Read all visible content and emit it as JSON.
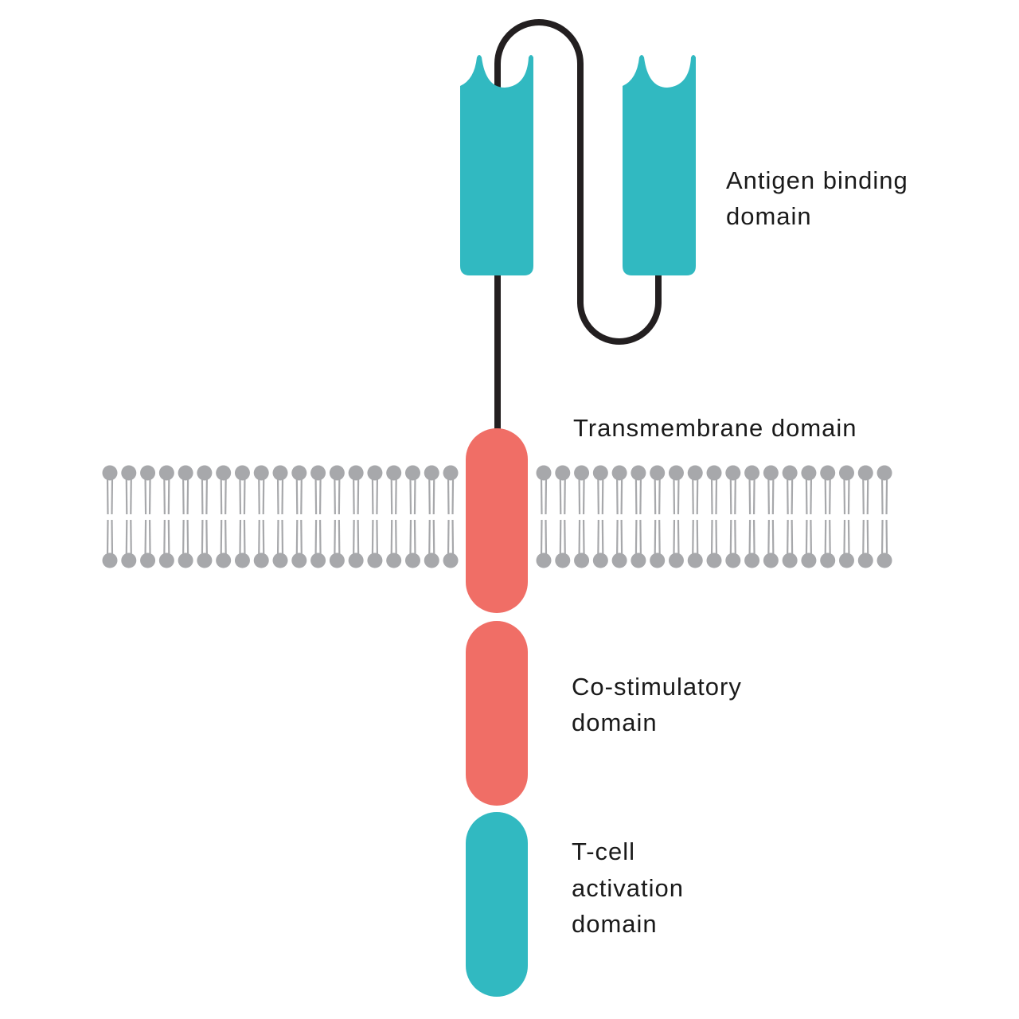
{
  "colors": {
    "teal": "#31b9c1",
    "coral": "#f06e66",
    "linker": "#231f20",
    "membrane": "#a7a8ab",
    "text": "#1a1a1a"
  },
  "labels": {
    "antigen_binding": [
      "Antigen binding",
      "domain"
    ],
    "transmembrane": [
      "Transmembrane domain"
    ],
    "costimulatory": [
      "Co-stimulatory",
      "domain"
    ],
    "tcell_activation": [
      "T-cell",
      "activation",
      "domain"
    ]
  }
}
